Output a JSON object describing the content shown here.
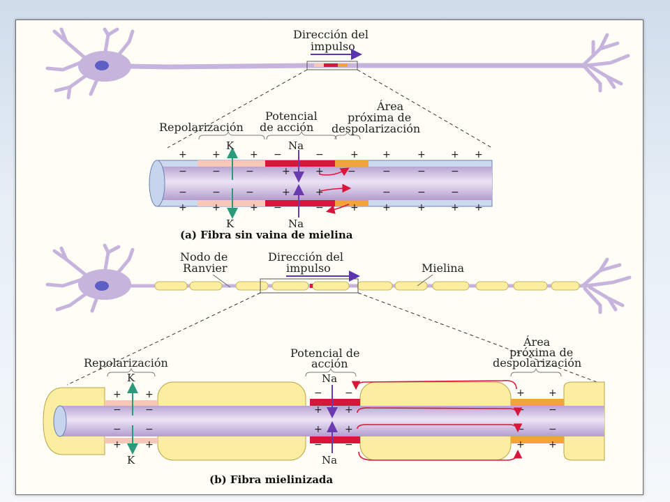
{
  "top": {
    "direction_label": [
      "Dirección del",
      "impulso"
    ],
    "repolarization": "Repolarización",
    "action_potential": [
      "Potencial",
      "de acción"
    ],
    "near_area": [
      "Área",
      "próxima de",
      "despolarización"
    ],
    "ion_k": "K",
    "ion_na": "Na",
    "caption": "(a) Fibra sin vaina de mielina"
  },
  "bottom": {
    "node_label": [
      "Nodo de",
      "Ranvier"
    ],
    "direction_label": [
      "Dirección del",
      "impulso"
    ],
    "myelin": "Mielina",
    "repolarization": "Repolarización",
    "action_potential": [
      "Potencial de",
      "acción"
    ],
    "near_area": [
      "Área",
      "próxima de",
      "despolarización"
    ],
    "ion_k": "K",
    "ion_na": "Na",
    "caption": "(b) Fibra mielinizada"
  },
  "charges": {
    "plus": "+",
    "minus": "−"
  },
  "colors": {
    "axon": "#c9b6dc",
    "axon_light": "#e9e0f2",
    "myelin": "#fbeea0",
    "action_red": "#d8163c",
    "near_orange": "#f2a33a",
    "repol_pink": "#f7c7b8",
    "k_arrow": "#2a9a7a",
    "na_arrow": "#6a3bb0",
    "impulse_arrow": "#5b35b0"
  }
}
